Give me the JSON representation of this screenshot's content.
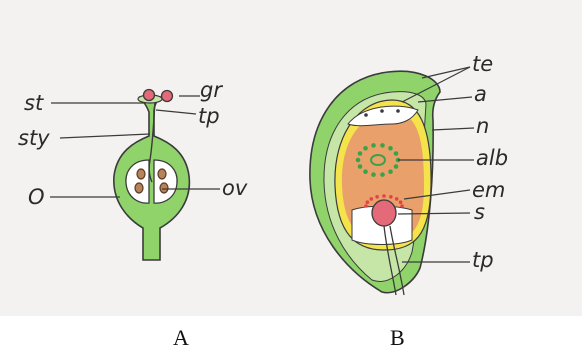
{
  "figure": {
    "panel_a": {
      "caption": "A",
      "labels": {
        "st": "st",
        "gr": "gr",
        "tp": "tp",
        "sty": "sty",
        "o": "O",
        "ov": "ov"
      }
    },
    "panel_b": {
      "caption": "B",
      "labels": {
        "te": "te",
        "a": "a",
        "n": "n",
        "alb": "alb",
        "em": "em",
        "s": "s",
        "tp": "tp"
      }
    }
  },
  "colors": {
    "paper": "#f3f2f0",
    "outline": "#3b3b3b",
    "tissue_green": "#8fd36a",
    "light_green": "#c6e6a8",
    "nucellus_orange": "#e9a06a",
    "yellow_layer": "#f4e34a",
    "pollen_red": "#e46a7a",
    "dots_green": "#3aa24a",
    "dots_red": "#e0434a"
  }
}
